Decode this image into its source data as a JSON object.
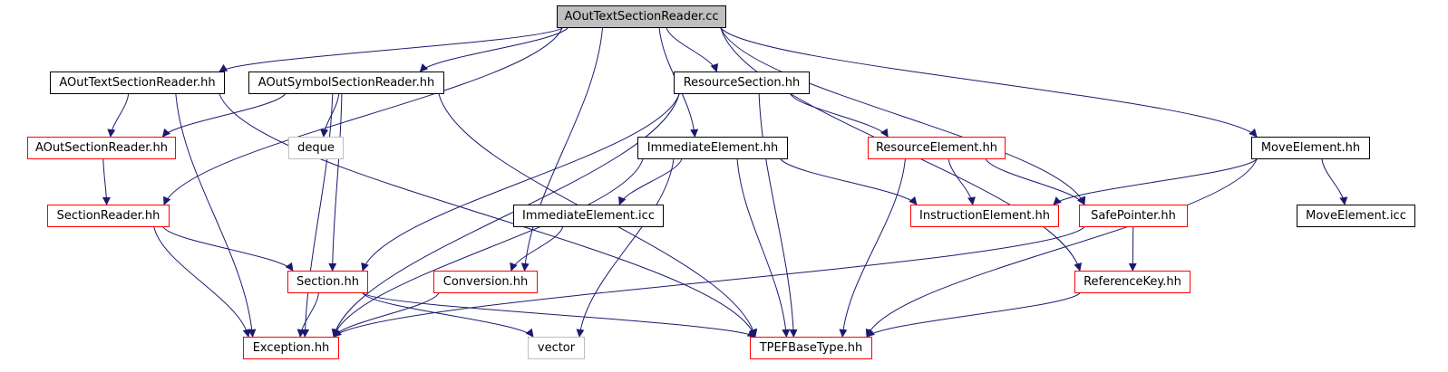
{
  "colors": {
    "edge": "#191970",
    "red_border": "#ff0000",
    "black_border": "#000000",
    "grey_border": "#bfbfbf",
    "root_fill": "#bfbfbf"
  },
  "nodes": {
    "n0": {
      "label": "AOutTextSectionReader.cc",
      "style": "root"
    },
    "n1": {
      "label": "AOutTextSectionReader.hh",
      "style": "black"
    },
    "n2": {
      "label": "AOutSymbolSectionReader.hh",
      "style": "black"
    },
    "n3": {
      "label": "ResourceSection.hh",
      "style": "black"
    },
    "n4": {
      "label": "AOutSectionReader.hh",
      "style": "red"
    },
    "n5": {
      "label": "deque",
      "style": "grey"
    },
    "n6": {
      "label": "ImmediateElement.hh",
      "style": "black"
    },
    "n7": {
      "label": "ResourceElement.hh",
      "style": "red"
    },
    "n8": {
      "label": "MoveElement.hh",
      "style": "black"
    },
    "n9": {
      "label": "SectionReader.hh",
      "style": "red"
    },
    "n10": {
      "label": "ImmediateElement.icc",
      "style": "black"
    },
    "n11": {
      "label": "InstructionElement.hh",
      "style": "red"
    },
    "n12": {
      "label": "SafePointer.hh",
      "style": "red"
    },
    "n13": {
      "label": "MoveElement.icc",
      "style": "black"
    },
    "n14": {
      "label": "Section.hh",
      "style": "red"
    },
    "n15": {
      "label": "Conversion.hh",
      "style": "red"
    },
    "n16": {
      "label": "ReferenceKey.hh",
      "style": "red"
    },
    "n17": {
      "label": "Exception.hh",
      "style": "red"
    },
    "n18": {
      "label": "vector",
      "style": "grey"
    },
    "n19": {
      "label": "TPEFBaseType.hh",
      "style": "red"
    }
  },
  "edges": [
    [
      "n0",
      "n1"
    ],
    [
      "n0",
      "n2"
    ],
    [
      "n0",
      "n3"
    ],
    [
      "n0",
      "n9"
    ],
    [
      "n0",
      "n6"
    ],
    [
      "n0",
      "n15"
    ],
    [
      "n0",
      "n12"
    ],
    [
      "n0",
      "n16"
    ],
    [
      "n0",
      "n8"
    ],
    [
      "n1",
      "n4"
    ],
    [
      "n1",
      "n17"
    ],
    [
      "n1",
      "n19"
    ],
    [
      "n2",
      "n4"
    ],
    [
      "n2",
      "n5"
    ],
    [
      "n2",
      "n14"
    ],
    [
      "n2",
      "n17"
    ],
    [
      "n2",
      "n19"
    ],
    [
      "n3",
      "n7"
    ],
    [
      "n3",
      "n14"
    ],
    [
      "n3",
      "n17"
    ],
    [
      "n3",
      "n19"
    ],
    [
      "n4",
      "n9"
    ],
    [
      "n9",
      "n14"
    ],
    [
      "n9",
      "n17"
    ],
    [
      "n6",
      "n10"
    ],
    [
      "n6",
      "n11"
    ],
    [
      "n6",
      "n17"
    ],
    [
      "n6",
      "n18"
    ],
    [
      "n6",
      "n19"
    ],
    [
      "n7",
      "n11"
    ],
    [
      "n7",
      "n12"
    ],
    [
      "n7",
      "n19"
    ],
    [
      "n8",
      "n11"
    ],
    [
      "n8",
      "n13"
    ],
    [
      "n8",
      "n19"
    ],
    [
      "n10",
      "n15"
    ],
    [
      "n12",
      "n16"
    ],
    [
      "n12",
      "n17"
    ],
    [
      "n14",
      "n17"
    ],
    [
      "n14",
      "n18"
    ],
    [
      "n14",
      "n19"
    ],
    [
      "n15",
      "n17"
    ],
    [
      "n16",
      "n19"
    ]
  ]
}
